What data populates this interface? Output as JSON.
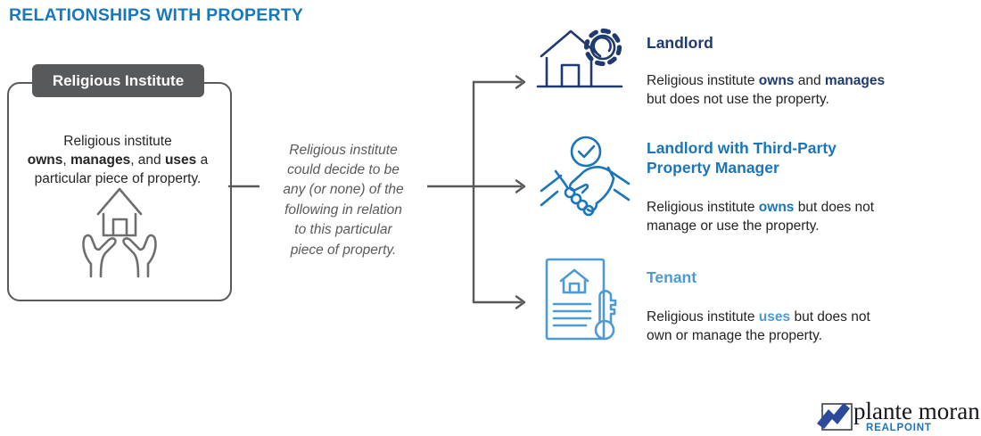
{
  "page": {
    "title": "RELATIONSHIPS WITH PROPERTY"
  },
  "colors": {
    "title_blue": "#1878bc",
    "navy": "#1f3a6e",
    "medium_blue": "#1b75bb",
    "light_blue": "#4d9bd5",
    "connector_gray": "#58595b",
    "icon_gray": "#6d6e71",
    "body_text": "#242424",
    "header_box_gray": "#58595b",
    "logo_swoosh_navy": "#2b4a9b"
  },
  "source_box": {
    "header": "Religious Institute",
    "icon": "house-in-hands-icon",
    "body_segments": [
      {
        "t": "Religious institute\n"
      },
      {
        "t": "owns",
        "b": true
      },
      {
        "t": ", "
      },
      {
        "t": "manages",
        "b": true
      },
      {
        "t": ", and "
      },
      {
        "t": "uses",
        "b": true
      },
      {
        "t": " a\nparticular piece of property."
      }
    ]
  },
  "connector_note": {
    "text": "Religious institute\ncould decide to be\nany (or none) of the\nfollowing in relation\nto this particular\npiece of property."
  },
  "outcomes": [
    {
      "title": "Landlord",
      "title_color": "#1f3a6e",
      "icon": "house-gear-icon",
      "body_segments": [
        {
          "t": "Religious institute "
        },
        {
          "t": "owns",
          "b": true,
          "c": "#1f3a6e"
        },
        {
          "t": " and "
        },
        {
          "t": "manages",
          "b": true,
          "c": "#1f3a6e"
        },
        {
          "t": "\nbut does not use the property."
        }
      ]
    },
    {
      "title": "Landlord with Third-Party\nProperty Manager",
      "title_color": "#1b75bb",
      "icon": "handshake-check-icon",
      "body_segments": [
        {
          "t": "Religious institute "
        },
        {
          "t": "owns",
          "b": true,
          "c": "#1b75bb"
        },
        {
          "t": " but does not\nmanage or use the property."
        }
      ]
    },
    {
      "title": "Tenant",
      "title_color": "#4d9bd5",
      "icon": "document-key-icon",
      "body_segments": [
        {
          "t": "Religious institute "
        },
        {
          "t": "uses",
          "b": true,
          "c": "#4d9bd5"
        },
        {
          "t": " but does not\nown or manage the property."
        }
      ]
    }
  ],
  "logo": {
    "name": "plante moran",
    "division": "REALPOINT"
  }
}
